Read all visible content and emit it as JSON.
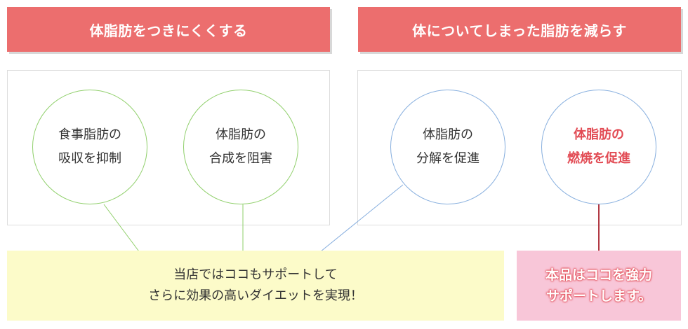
{
  "headers": {
    "left": "体脂肪をつきにくくする",
    "right": "体についてしまった脂肪を減らす"
  },
  "circles": [
    {
      "line1": "食事脂肪の",
      "line2": "吸収を抑制"
    },
    {
      "line1": "体脂肪の",
      "line2": "合成を阻害"
    },
    {
      "line1": "体脂肪の",
      "line2": "分解を促進"
    },
    {
      "line1": "体脂肪の",
      "line2": "燃焼を促進"
    }
  ],
  "summary": {
    "line1": "当店ではココもサポートして",
    "line2": "さらに効果の高いダイエットを実現！"
  },
  "product": {
    "line1": "本品はココを強力",
    "line2": "サポートします。"
  },
  "colors": {
    "header_bg": "#ec6e6e",
    "green_ring": "#8fcf6a",
    "blue_ring": "#86aede",
    "accent_text": "#e24b54",
    "summary_bg": "#fcfbc9",
    "product_bg": "#f8c6d8",
    "product_connector": "#b23a44"
  }
}
